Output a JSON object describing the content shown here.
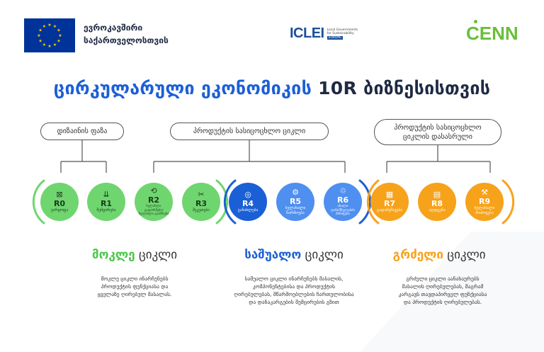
{
  "header": {
    "eu_line1": "ევროკავშირი",
    "eu_line2": "საქართველოსთვის",
    "iclei_name": "ICLEI",
    "iclei_tagline_1": "Local Governments",
    "iclei_tagline_2": "for Sustainability",
    "iclei_region": "EUROPE",
    "cenn_name": "CENN"
  },
  "title": {
    "main": "ცირკულარული ეკონომიკის",
    "accent": "10R ბიზნესისთვის"
  },
  "phases": [
    {
      "label": "დიზაინის ფაზა"
    },
    {
      "label": "პროდუქტის სასიცოცხლო ციკლი"
    },
    {
      "label_1": "პროდუქტის სასიცოცხლო",
      "label_2": "ციკლის დასასრული"
    }
  ],
  "stages": [
    {
      "code": "R0",
      "name": "უარყოფა",
      "icon": "⊠",
      "color": "#6fd66f"
    },
    {
      "code": "R1",
      "name": "შემცირება",
      "icon": "⇊",
      "color": "#6fd66f"
    },
    {
      "code": "R2",
      "name": "ხელახლა გაფორმება/ხელახლა გააზრება",
      "icon": "⟲",
      "color": "#6fd66f"
    },
    {
      "code": "R3",
      "name": "შეკეთება",
      "icon": "✂",
      "color": "#6fd66f"
    },
    {
      "code": "R4",
      "name": "განახლება",
      "icon": "◎",
      "color": "#1b5fd6"
    },
    {
      "code": "R5",
      "name": "ხელახალი წარმოება",
      "icon": "⚙",
      "color": "#4f8ff0"
    },
    {
      "code": "R6",
      "name": "ახალი დანიშნულების მინიჭება",
      "icon": "♲",
      "color": "#4f8ff0"
    },
    {
      "code": "R7",
      "name": "გადამუშავება",
      "icon": "▦",
      "color": "#f7a21b"
    },
    {
      "code": "R8",
      "name": "აღდგენა",
      "icon": "▤",
      "color": "#f7a21b"
    },
    {
      "code": "R9",
      "name": "ხელახალი მოპოვება",
      "icon": "⚒",
      "color": "#f7a21b"
    }
  ],
  "cycles": [
    {
      "bold": "მოკლე",
      "rest": " ციკლი",
      "color": "#4cc74c",
      "desc_1": "მოკლე ციკლი ინარჩუნებს",
      "desc_2": "პროდუქტის ფუნქციასა და",
      "desc_3": "ყველაზე ღირებულ მასალას.",
      "desc_4": ""
    },
    {
      "bold": "საშუალო",
      "rest": " ციკლი",
      "color": "#1b5fd6",
      "desc_1": "საშუალო ციკლი ინარჩუნებს მასალის,",
      "desc_2": "კომპონენტებისა და პროდუქტის",
      "desc_3": "ღირებულებას, მწარმოებლების ჩართულობისა",
      "desc_4": "და დანაკარგების შემცირების გზით"
    },
    {
      "bold": "გრძელი",
      "rest": " ციკლი",
      "color": "#f7a21b",
      "desc_1": "გრძელი ციკლი აანახაურებს",
      "desc_2": "მასალის ღირებულებას, მაგრამ",
      "desc_3": "კარგავს თავდაპირველ ფუნქციასა",
      "desc_4": "და პროდუქტის ღირებულებას."
    }
  ]
}
